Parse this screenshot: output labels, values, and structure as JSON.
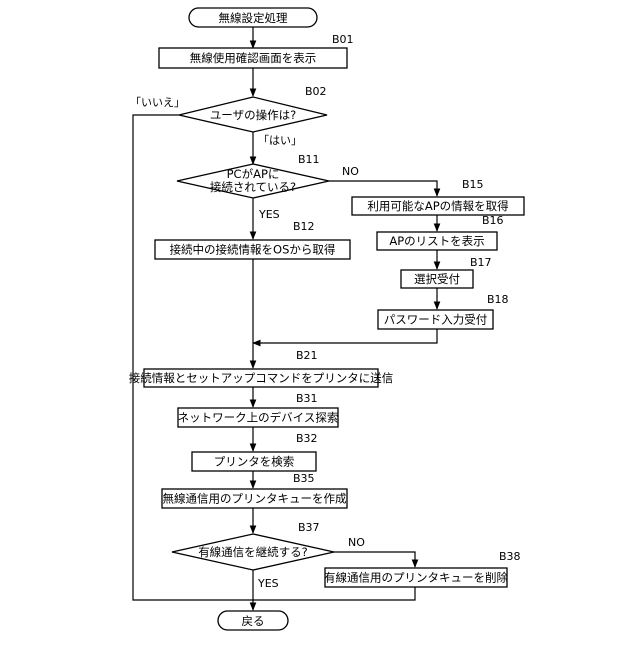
{
  "steps": {
    "start": "無線設定処理",
    "b01": "無線使用確認画面を表示",
    "b02": "ユーザの操作は?",
    "b11_line1": "PCがAPに",
    "b11_line2": "接続されている?",
    "b12": "接続中の接続情報をOSから取得",
    "b15": "利用可能なAPの情報を取得",
    "b16": "APのリストを表示",
    "b17": "選択受付",
    "b18": "パスワード入力受付",
    "b21": "接続情報とセットアップコマンドをプリンタに送信",
    "b31": "ネットワーク上のデバイス探索",
    "b32": "プリンタを検索",
    "b35": "無線通信用のプリンタキューを作成",
    "b37": "有線通信を継続する?",
    "b38": "有線通信用のプリンタキューを削除",
    "end": "戻る"
  },
  "refs": {
    "b01": "B01",
    "b02": "B02",
    "b11": "B11",
    "b12": "B12",
    "b15": "B15",
    "b16": "B16",
    "b17": "B17",
    "b18": "B18",
    "b21": "B21",
    "b31": "B31",
    "b32": "B32",
    "b35": "B35",
    "b37": "B37",
    "b38": "B38"
  },
  "edges": {
    "no_answer": "「いいえ」",
    "yes_answer": "「はい」",
    "b11_no": "NO",
    "b11_yes": "YES",
    "b37_no": "NO",
    "b37_yes": "YES"
  }
}
